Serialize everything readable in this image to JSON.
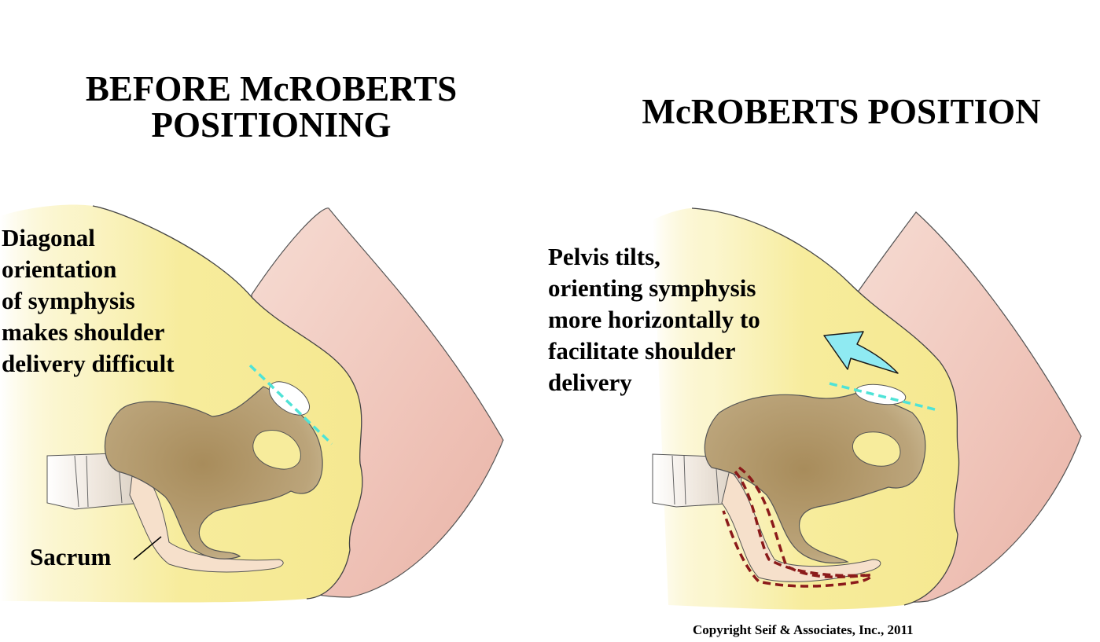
{
  "titles": {
    "before": "BEFORE McROBERTS\nPOSITIONING",
    "after": "McROBERTS POSITION"
  },
  "left_panel": {
    "note": "Diagonal\norientation\nof symphysis\nmakes shoulder\ndelivery difficult",
    "sacrum_label": "Sacrum"
  },
  "right_panel": {
    "note": "Pelvis tilts,\norienting symphysis\nmore horizontally to\nfacilitate shoulder\ndelivery"
  },
  "copyright": "Copyright Seif & Associates, Inc., 2011",
  "colors": {
    "skin_yellow": "#f7ec9c",
    "thigh_pink": "#f0c9c0",
    "bone": "#b79f72",
    "sacrum": "#f6e0cb",
    "symphysis_line": "#4fe3d7",
    "arrow": "#8feaf2",
    "dashed_outline": "#8b1a1a"
  },
  "icons": {
    "tilt_arrow": "arrow-up-left-icon"
  }
}
